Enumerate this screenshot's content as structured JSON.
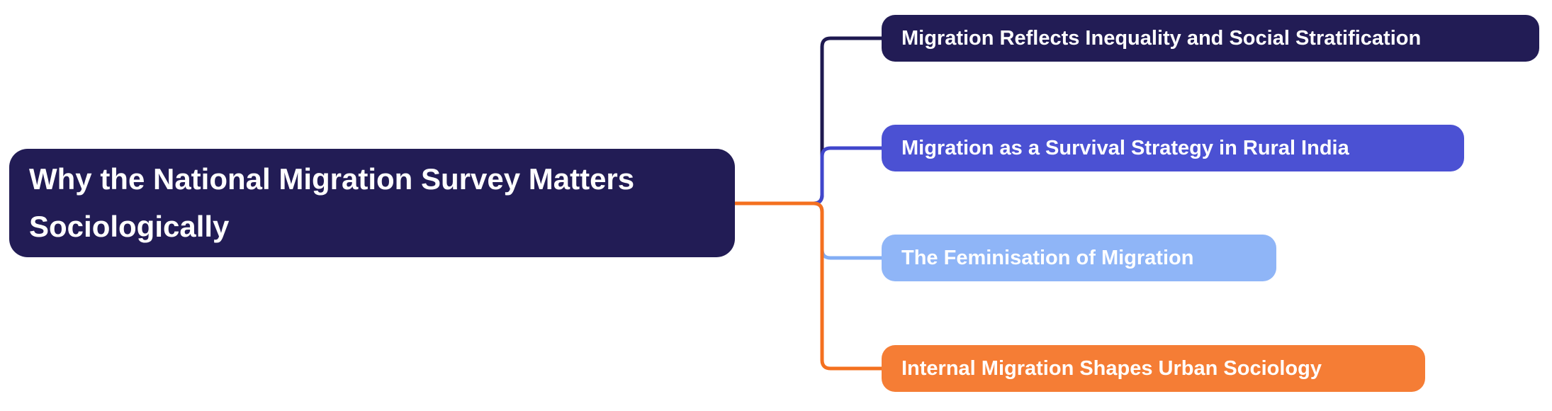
{
  "diagram": {
    "type": "mindmap",
    "background": "#ffffff"
  },
  "root": {
    "label": "Why the National Migration Survey Matters Sociologically",
    "bg": "#221c55",
    "text_color": "#ffffff"
  },
  "children": [
    {
      "label": "Migration Reflects Inequality and Social Stratification",
      "bg": "#221c55",
      "line_color": "#1e1950",
      "text_color": "#ffffff"
    },
    {
      "label": "Migration as a Survival Strategy in Rural India",
      "bg": "#4b51d3",
      "line_color": "#4046cb",
      "text_color": "#ffffff"
    },
    {
      "label": "The Feminisation of Migration",
      "bg": "#8fb5f7",
      "line_color": "#82adf4",
      "text_color": "#ffffff"
    },
    {
      "label": "Internal Migration Shapes Urban Sociology",
      "bg": "#f57d35",
      "line_color": "#f4701f",
      "text_color": "#ffffff"
    }
  ]
}
